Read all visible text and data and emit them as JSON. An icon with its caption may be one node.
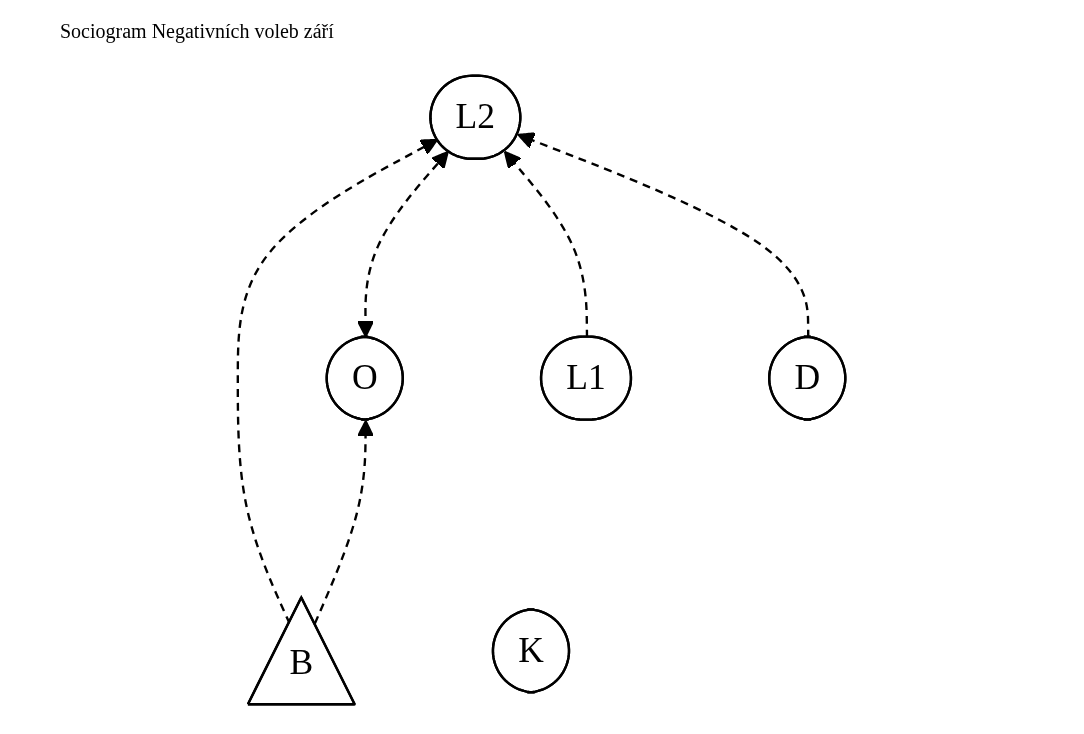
{
  "diagram": {
    "title": "Sociogram Negativních voleb září",
    "nodes": [
      {
        "text": [
          "L2"
        ]
      },
      {
        "text": [
          "O"
        ]
      },
      {
        "text": [
          "B"
        ]
      },
      {
        "text": [
          "L1"
        ]
      },
      {
        "text": [
          "D"
        ]
      },
      {
        "text": [
          "K"
        ]
      }
    ],
    "edges": [
      {
        "from": 2,
        "to": 0,
        "arrow": "to",
        "style": "dashed"
      },
      {
        "from": 1,
        "to": 0,
        "arrow": "both",
        "style": "dashed"
      },
      {
        "from": 3,
        "to": 0,
        "arrow": "to",
        "style": "dashed"
      },
      {
        "from": 4,
        "to": 0,
        "arrow": "to",
        "style": "dashed"
      },
      {
        "from": 2,
        "to": 1,
        "arrow": "to",
        "style": "dashed"
      }
    ]
  }
}
